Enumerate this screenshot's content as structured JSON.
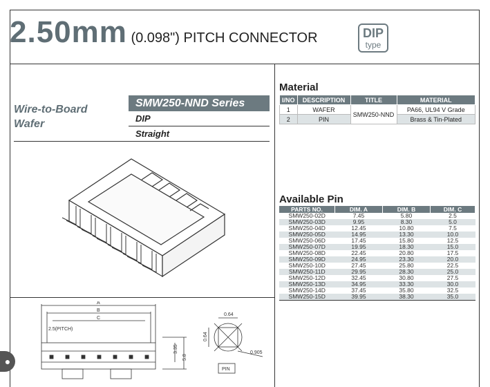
{
  "header": {
    "size": "2.50mm",
    "rest": " (0.098\") PITCH CONNECTOR",
    "badge_top": "DIP",
    "badge_bottom": "type"
  },
  "series": {
    "category_line1": "Wire-to-Board",
    "category_line2": "Wafer",
    "name": "SMW250-NND Series",
    "type": "DIP",
    "orientation": "Straight"
  },
  "material": {
    "title": "Material",
    "headers": [
      "I/NO",
      "DESCRIPTION",
      "TITLE",
      "MATERIAL"
    ],
    "rows": [
      {
        "no": "1",
        "desc": "WAFER",
        "mat": "PA66, UL94 V Grade"
      },
      {
        "no": "2",
        "desc": "PIN",
        "mat": "Brass & Tin-Plated"
      }
    ],
    "shared_title": "SMW250-NND"
  },
  "available": {
    "title": "Available Pin",
    "headers": [
      "PARTS NO.",
      "DIM. A",
      "DIM. B",
      "DIM. C"
    ],
    "rows": [
      [
        "SMW250-02D",
        "7.45",
        "5.80",
        "2.5"
      ],
      [
        "SMW250-03D",
        "9.95",
        "8.30",
        "5.0"
      ],
      [
        "SMW250-04D",
        "12.45",
        "10.80",
        "7.5"
      ],
      [
        "SMW250-05D",
        "14.95",
        "13.30",
        "10.0"
      ],
      [
        "SMW250-06D",
        "17.45",
        "15.80",
        "12.5"
      ],
      [
        "SMW250-07D",
        "19.95",
        "18.30",
        "15.0"
      ],
      [
        "SMW250-08D",
        "22.45",
        "20.80",
        "17.5"
      ],
      [
        "SMW250-09D",
        "24.95",
        "23.30",
        "20.0"
      ],
      [
        "SMW250-10D",
        "27.45",
        "25.80",
        "22.5"
      ],
      [
        "SMW250-11D",
        "29.95",
        "28.30",
        "25.0"
      ],
      [
        "SMW250-12D",
        "32.45",
        "30.80",
        "27.5"
      ],
      [
        "SMW250-13D",
        "34.95",
        "33.30",
        "30.0"
      ],
      [
        "SMW250-14D",
        "37.45",
        "35.80",
        "32.5"
      ],
      [
        "SMW250-15D",
        "39.95",
        "38.30",
        "35.0"
      ]
    ]
  },
  "drawing": {
    "dim_a": "A",
    "dim_b": "B",
    "dim_c": "C",
    "pitch": "2.5(PITCH)",
    "h1": "3.35",
    "h2": "5.8",
    "pin_w": "0.64",
    "pin_h": "0.64",
    "hole": "0.905",
    "pin_label": "PIN"
  }
}
